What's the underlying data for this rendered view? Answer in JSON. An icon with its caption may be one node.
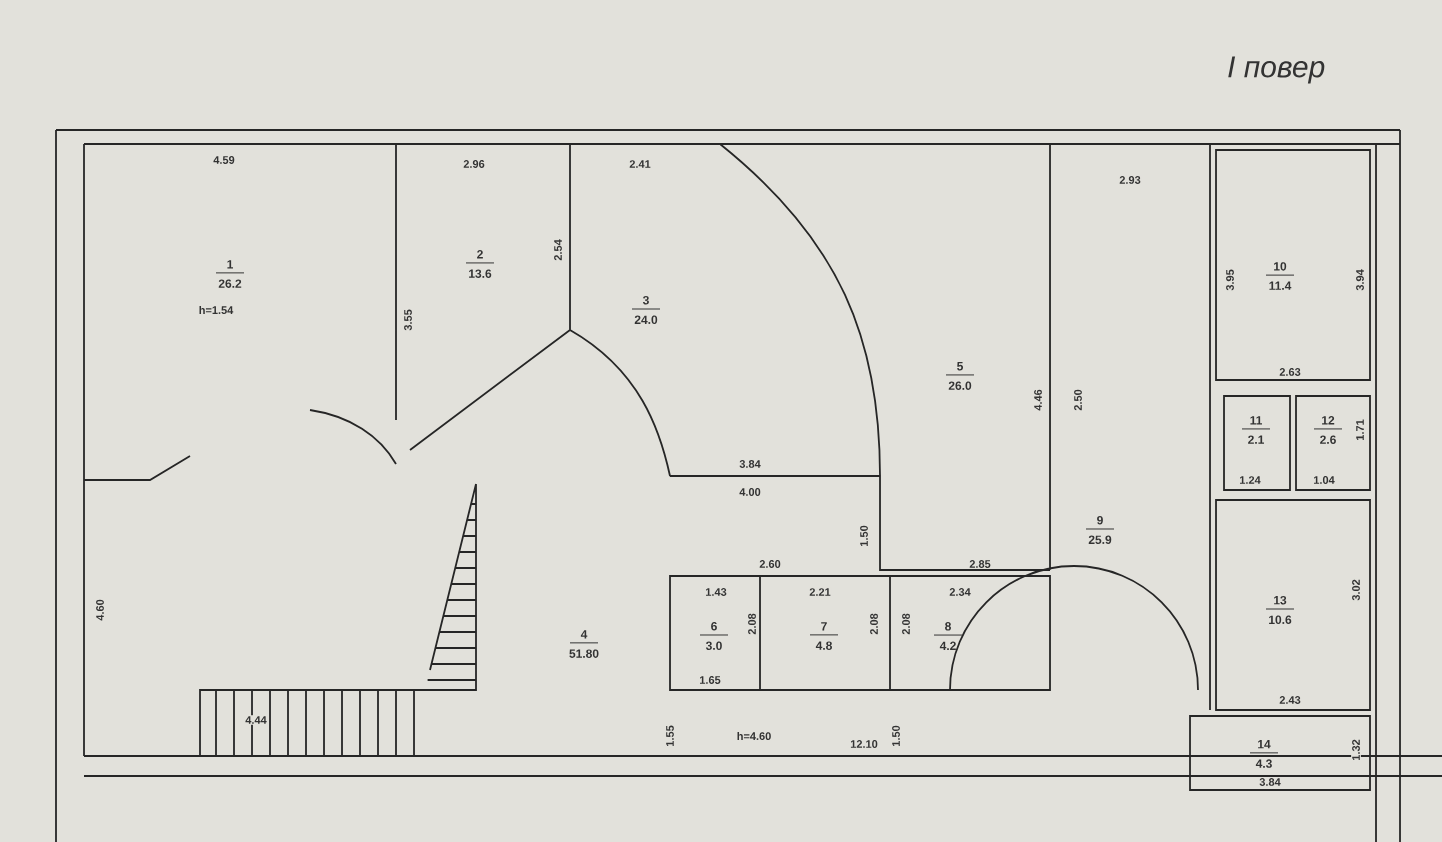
{
  "diagram": {
    "title": "I повер",
    "nodes": [
      {
        "text": [
          "1",
          "26.2"
        ]
      },
      {
        "text": [
          "2",
          "13.6"
        ]
      },
      {
        "text": [
          "3",
          "24.0"
        ]
      },
      {
        "text": [
          "4",
          "51.80"
        ]
      },
      {
        "text": [
          "5",
          "26.0"
        ]
      },
      {
        "text": [
          "6",
          "3.0"
        ]
      },
      {
        "text": [
          "7",
          "4.8"
        ]
      },
      {
        "text": [
          "8",
          "4.2"
        ]
      },
      {
        "text": [
          "9",
          "25.9"
        ]
      },
      {
        "text": [
          "10",
          "11.4"
        ]
      },
      {
        "text": [
          "11",
          "2.1"
        ]
      },
      {
        "text": [
          "12",
          "2.6"
        ]
      },
      {
        "text": [
          "13",
          "10.6"
        ]
      },
      {
        "text": [
          "14",
          "4.3"
        ]
      }
    ],
    "labels": [
      "4.59",
      "2.96",
      "2.41",
      "2.93",
      "h=1.54",
      "3.95",
      "3.94",
      "3.55",
      "2.54",
      "4.46",
      "2.50",
      "2.63",
      "3.84",
      "4.00",
      "1.71",
      "1.24",
      "1.04",
      "1.50",
      "2.60",
      "2.85",
      "1.43",
      "2.21",
      "2.34",
      "2.08",
      "2.08",
      "2.08",
      "3.02",
      "4.60",
      "1.65",
      "2.43",
      "4.44",
      "1.55",
      "h=4.60",
      "1.50",
      "1.32",
      "12.10",
      "3.84"
    ]
  }
}
